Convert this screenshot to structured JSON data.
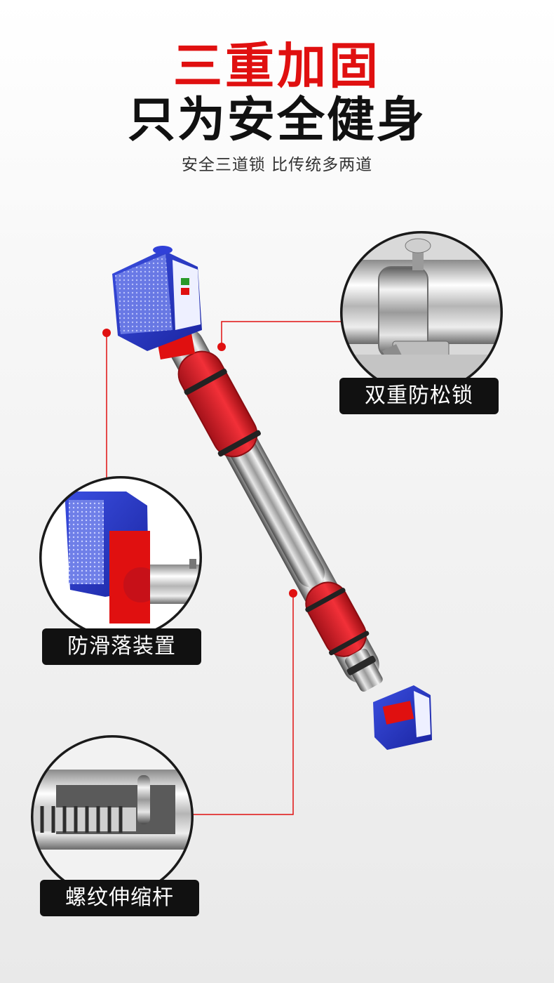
{
  "headline": {
    "line1": "三重加固",
    "line2": "只为安全健身"
  },
  "subline": "安全三道锁 比传统多两道",
  "features": [
    {
      "label": "双重防松锁",
      "icon": "lock-clamp-icon"
    },
    {
      "label": "防滑落装置",
      "icon": "anti-slip-endcap-icon"
    },
    {
      "label": "螺纹伸缩杆",
      "icon": "threaded-rod-icon"
    }
  ],
  "colors": {
    "headline_red": "#e01010",
    "headline_black": "#111111",
    "accent_red": "#e01010",
    "label_bg": "#111111",
    "foam_red": "#e8232a",
    "endcap_blue": "#2233c8"
  }
}
